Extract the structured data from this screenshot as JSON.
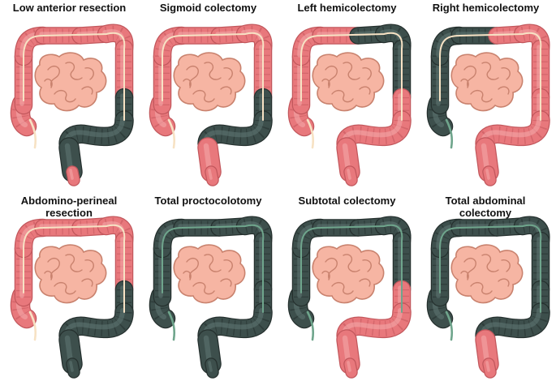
{
  "colors": {
    "healthy": "#e8787c",
    "healthy_light": "#f4a7a8",
    "healthy_stroke": "#c2575c",
    "resected": "#3d4f4c",
    "resected_light": "#5e7571",
    "resected_stroke": "#25302e",
    "small_bowel": "#f6b5a3",
    "small_bowel_stroke": "#c9826e",
    "band_healthy": "#f7e2c4",
    "band_resected": "#6fa58c"
  },
  "panels": [
    {
      "title": "Low anterior resection",
      "resected": {
        "cecum": false,
        "ascending": false,
        "hepatic": false,
        "transverse_right": false,
        "transverse_left": false,
        "splenic": false,
        "descending_upper": false,
        "descending_lower": true,
        "sigmoid": true,
        "rectum": true,
        "anus": false
      }
    },
    {
      "title": "Sigmoid colectomy",
      "resected": {
        "cecum": false,
        "ascending": false,
        "hepatic": false,
        "transverse_right": false,
        "transverse_left": false,
        "splenic": false,
        "descending_upper": false,
        "descending_lower": true,
        "sigmoid": true,
        "rectum": false,
        "anus": false
      }
    },
    {
      "title": "Left hemicolectomy",
      "resected": {
        "cecum": false,
        "ascending": false,
        "hepatic": false,
        "transverse_right": false,
        "transverse_left": true,
        "splenic": true,
        "descending_upper": true,
        "descending_lower": false,
        "sigmoid": false,
        "rectum": false,
        "anus": false
      }
    },
    {
      "title": "Right hemicolectomy",
      "resected": {
        "cecum": true,
        "ascending": true,
        "hepatic": true,
        "transverse_right": true,
        "transverse_left": false,
        "splenic": false,
        "descending_upper": false,
        "descending_lower": false,
        "sigmoid": false,
        "rectum": false,
        "anus": false
      }
    },
    {
      "title": "Abdomino-perineal resection",
      "resected": {
        "cecum": false,
        "ascending": false,
        "hepatic": false,
        "transverse_right": false,
        "transverse_left": false,
        "splenic": false,
        "descending_upper": false,
        "descending_lower": true,
        "sigmoid": true,
        "rectum": true,
        "anus": true
      }
    },
    {
      "title": "Total proctocolotomy",
      "resected": {
        "cecum": true,
        "ascending": true,
        "hepatic": true,
        "transverse_right": true,
        "transverse_left": true,
        "splenic": true,
        "descending_upper": true,
        "descending_lower": true,
        "sigmoid": true,
        "rectum": true,
        "anus": true
      }
    },
    {
      "title": "Subtotal colectomy",
      "resected": {
        "cecum": true,
        "ascending": true,
        "hepatic": true,
        "transverse_right": true,
        "transverse_left": true,
        "splenic": true,
        "descending_upper": true,
        "descending_lower": false,
        "sigmoid": false,
        "rectum": false,
        "anus": false
      }
    },
    {
      "title": "Total abdominal colectomy",
      "resected": {
        "cecum": true,
        "ascending": true,
        "hepatic": true,
        "transverse_right": true,
        "transverse_left": true,
        "splenic": true,
        "descending_upper": true,
        "descending_lower": true,
        "sigmoid": true,
        "rectum": false,
        "anus": false
      }
    }
  ]
}
